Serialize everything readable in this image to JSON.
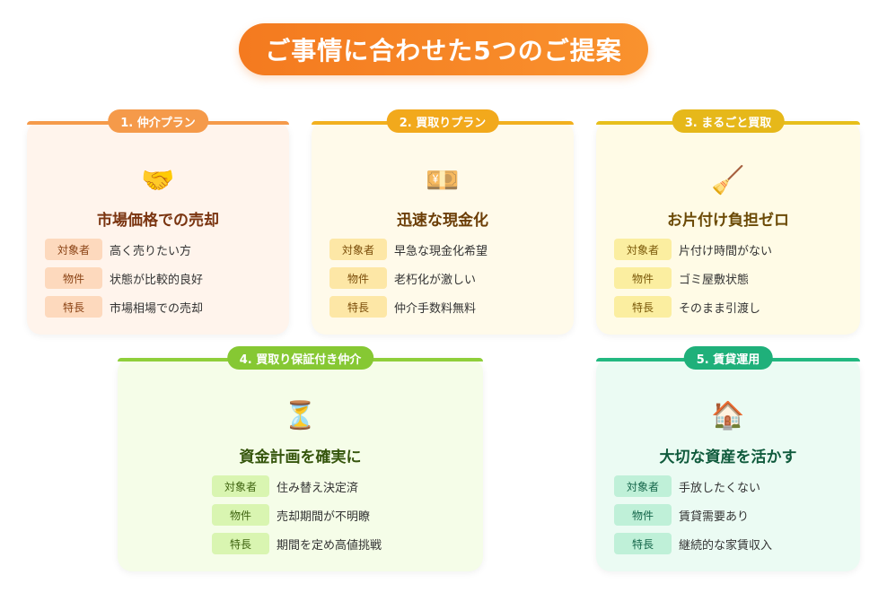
{
  "title": "ご事情に合わせた5つのご提案",
  "cards": [
    {
      "badge": "1. 仲介プラン",
      "icon_name": "handshake-icon",
      "icon": "🤝",
      "heading": "市場価格での売却",
      "rows": [
        {
          "tag": "対象者",
          "value": "高く売りたい方"
        },
        {
          "tag": "物件",
          "value": "状態が比較的良好"
        },
        {
          "tag": "特長",
          "value": "市場相場での売却"
        }
      ]
    },
    {
      "badge": "2. 買取りプラン",
      "icon_name": "money-bill-icon",
      "icon": "💴",
      "heading": "迅速な現金化",
      "rows": [
        {
          "tag": "対象者",
          "value": "早急な現金化希望"
        },
        {
          "tag": "物件",
          "value": "老朽化が激しい"
        },
        {
          "tag": "特長",
          "value": "仲介手数料無料"
        }
      ]
    },
    {
      "badge": "3. まるごと買取",
      "icon_name": "broom-icon",
      "icon": "🧹",
      "heading": "お片付け負担ゼロ",
      "rows": [
        {
          "tag": "対象者",
          "value": "片付け時間がない"
        },
        {
          "tag": "物件",
          "value": "ゴミ屋敷状態"
        },
        {
          "tag": "特長",
          "value": "そのまま引渡し"
        }
      ]
    },
    {
      "badge": "4. 買取り保証付き仲介",
      "icon_name": "hourglass-icon",
      "icon": "⏳",
      "heading": "資金計画を確実に",
      "rows": [
        {
          "tag": "対象者",
          "value": "住み替え決定済"
        },
        {
          "tag": "物件",
          "value": "売却期間が不明瞭"
        },
        {
          "tag": "特長",
          "value": "期間を定め高値挑戦"
        }
      ]
    },
    {
      "badge": "5. 賃貸運用",
      "icon_name": "house-icon",
      "icon": "🏠",
      "heading": "大切な資産を活かす",
      "rows": [
        {
          "tag": "対象者",
          "value": "手放したくない"
        },
        {
          "tag": "物件",
          "value": "賃貸需要あり"
        },
        {
          "tag": "特長",
          "value": "継続的な家賃収入"
        }
      ]
    }
  ],
  "colors": {
    "title_bg": "#f47a1f",
    "card1_accent": "#f59a4a",
    "card2_accent": "#f2a91c",
    "card3_accent": "#e6b81a",
    "card4_accent": "#86c833",
    "card5_accent": "#1fb07a"
  }
}
